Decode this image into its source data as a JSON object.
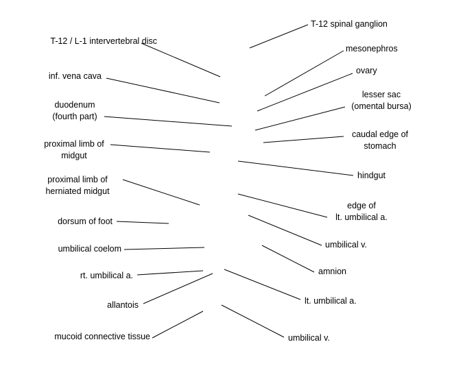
{
  "colors": {
    "background": "#ffffff",
    "text": "#000000",
    "line": "#000000"
  },
  "labels": {
    "t12_l1_disc": "T-12 / L-1 intervertebral disc",
    "inf_vena_cava": "inf. vena cava",
    "duodenum": [
      "duodenum",
      "(fourth part)"
    ],
    "proximal_limb_midgut": [
      "proximal limb of",
      "midgut"
    ],
    "proximal_limb_herniated": [
      "proximal limb of",
      "herniated midgut"
    ],
    "dorsum_of_foot": "dorsum of foot",
    "umbilical_coelom": "umbilical coelom",
    "rt_umbilical_a": "rt. umbilical a.",
    "allantois": "allantois",
    "mucoid_connective_tissue": "mucoid connective tissue",
    "t12_spinal_ganglion": "T-12 spinal ganglion",
    "mesonephros": "mesonephros",
    "ovary": "ovary",
    "lesser_sac": [
      "lesser sac",
      "(omental bursa)"
    ],
    "caudal_edge_stomach": [
      "caudal edge of",
      "stomach"
    ],
    "hindgut": "hindgut",
    "edge_lt_umbilical_a": [
      "edge of",
      "lt. umbilical a."
    ],
    "umbilical_v_upper": "umbilical v.",
    "amnion": "amnion",
    "lt_umbilical_a": "lt. umbilical a.",
    "umbilical_v_lower": "umbilical v."
  }
}
